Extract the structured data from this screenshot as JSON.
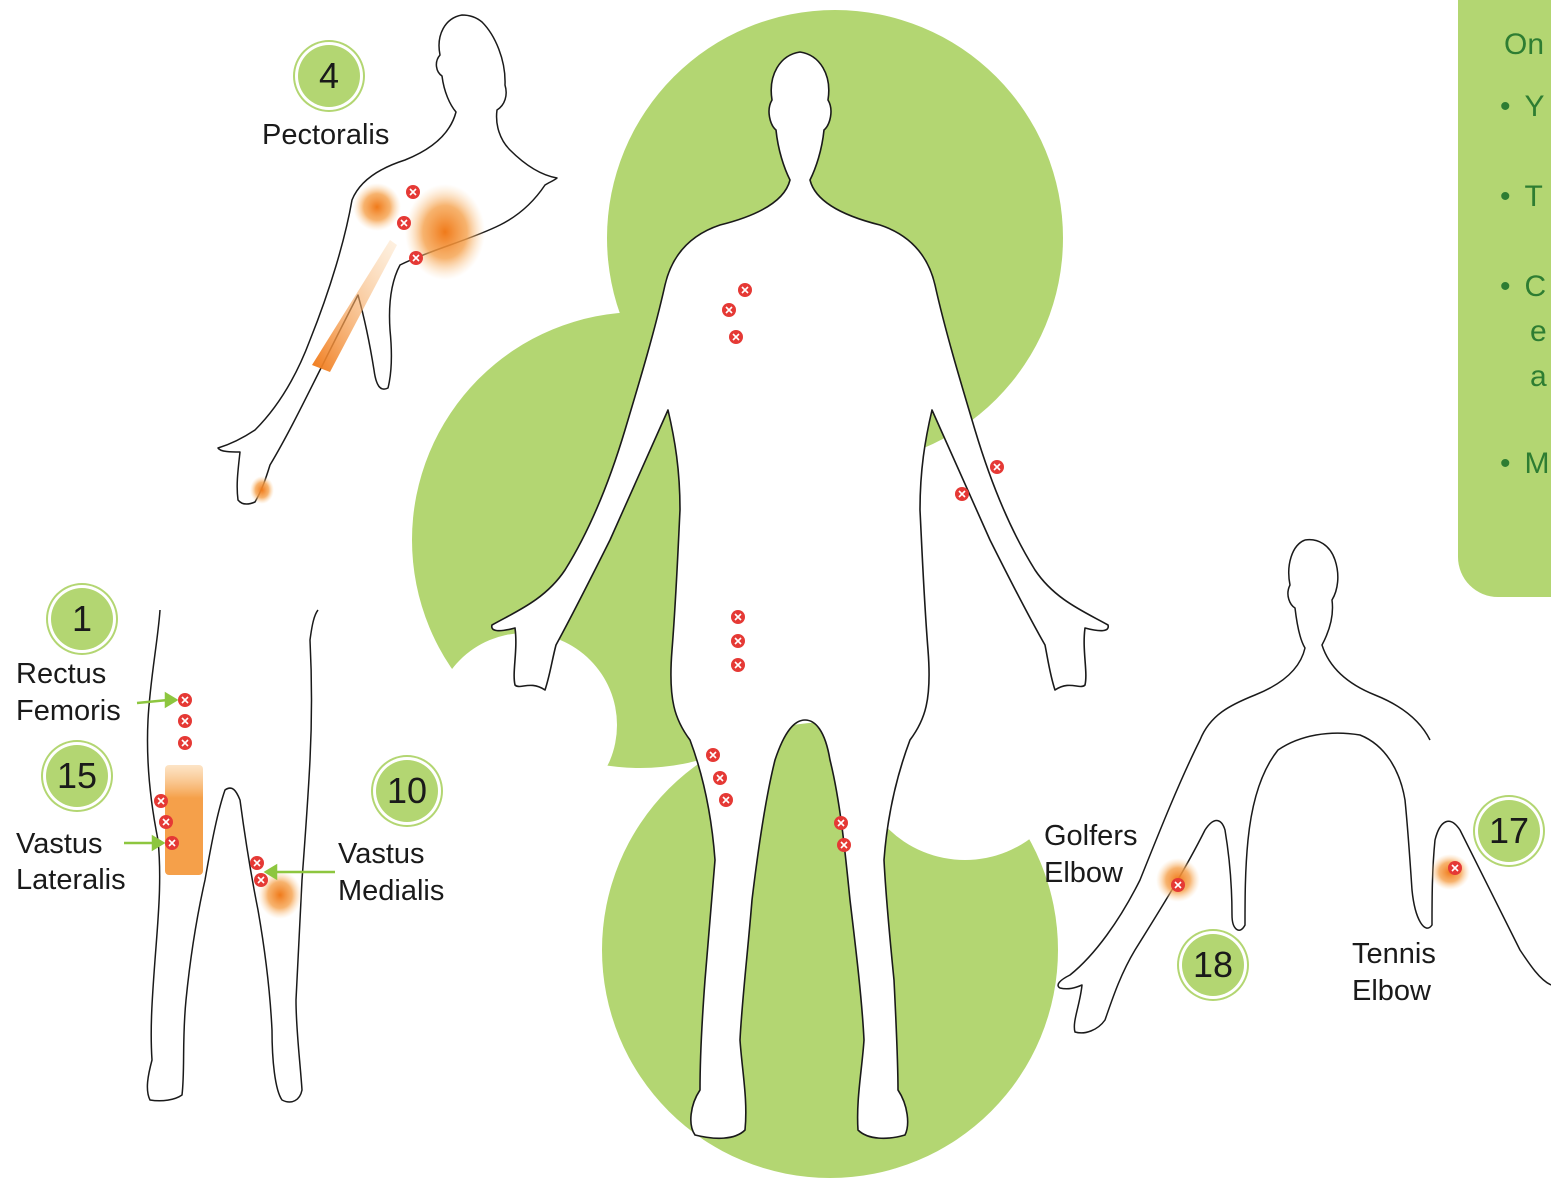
{
  "colors": {
    "accent_green": "#b3d672",
    "trigger_red": "#e53935",
    "pain_orange": "#f39c3c",
    "panel_text": "#2e7d32"
  },
  "panel": {
    "heading": "On",
    "lines": [
      "Y",
      "T",
      "C",
      "e",
      "a",
      "M"
    ]
  },
  "muscles": [
    {
      "number": "4",
      "name": "Pectoralis"
    },
    {
      "number": "1",
      "name_line1": "Rectus",
      "name_line2": "Femoris"
    },
    {
      "number": "15",
      "name_line1": "Vastus",
      "name_line2": "Lateralis"
    },
    {
      "number": "10",
      "name_line1": "Vastus",
      "name_line2": "Medialis"
    },
    {
      "number": "18",
      "name_line1": "Golfers",
      "name_line2": "Elbow"
    },
    {
      "number": "17",
      "name_line1": "Tennis",
      "name_line2": "Elbow"
    }
  ],
  "icons": [
    "trigger-point-icon",
    "pain-area-icon",
    "arrow-icon"
  ]
}
